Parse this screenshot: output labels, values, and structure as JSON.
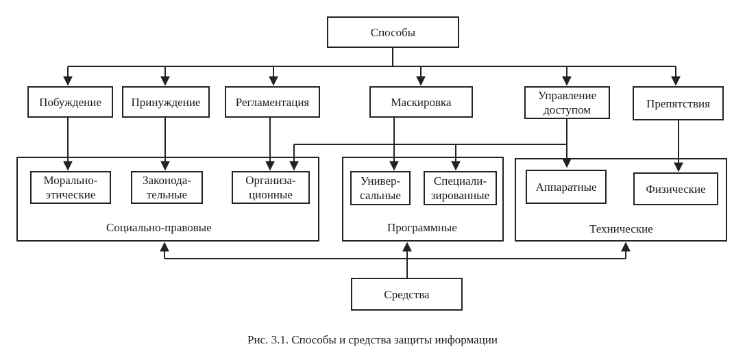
{
  "top": {
    "label": "Способы"
  },
  "methods": [
    {
      "label": "Побуждение"
    },
    {
      "label": "Принуждение"
    },
    {
      "label": "Регламентация"
    },
    {
      "label": "Маскировка"
    },
    {
      "label": "Управление\nдоступом"
    },
    {
      "label": "Препятствия"
    }
  ],
  "groups": {
    "social": {
      "label": "Социально-правовые",
      "items": [
        {
          "label": "Морально-\nэтические"
        },
        {
          "label": "Законода-\nтельные"
        },
        {
          "label": "Организа-\nционные"
        }
      ]
    },
    "software": {
      "label": "Программные",
      "items": [
        {
          "label": "Универ-\nсальные"
        },
        {
          "label": "Специали-\nзированные"
        }
      ]
    },
    "technical": {
      "label": "Технические",
      "items": [
        {
          "label": "Аппаратные"
        },
        {
          "label": "Физические"
        }
      ]
    }
  },
  "bottom": {
    "label": "Средства"
  },
  "caption": "Рис. 3.1. Способы и средства защиты информации"
}
